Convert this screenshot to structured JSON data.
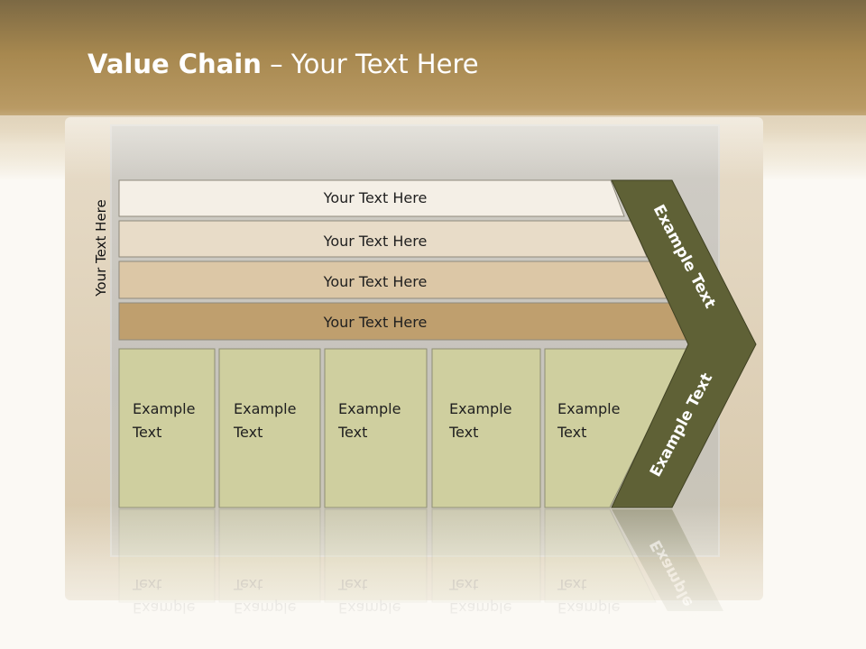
{
  "title": {
    "bold": "Value Chain",
    "rest": " – Your Text Here"
  },
  "side_label": "Your Text Here",
  "support_rows": [
    "Your Text Here",
    "Your Text Here",
    "Your Text Here",
    "Your Text Here"
  ],
  "primary_boxes": [
    [
      "Example",
      "Text"
    ],
    [
      "Example",
      "Text"
    ],
    [
      "Example",
      "Text"
    ],
    [
      "Example",
      "Text"
    ],
    [
      "Example",
      "Text"
    ]
  ],
  "chevron_labels": {
    "upper": "Example Text",
    "lower": "Example Text"
  },
  "colors": {
    "row1": "#f4efe6",
    "row2": "#e8dcc8",
    "row3": "#dcc7a6",
    "row4": "#bf9f6e",
    "primary": "#cfcf9f",
    "chevron": "#5f6136",
    "title": "#ffffff"
  }
}
